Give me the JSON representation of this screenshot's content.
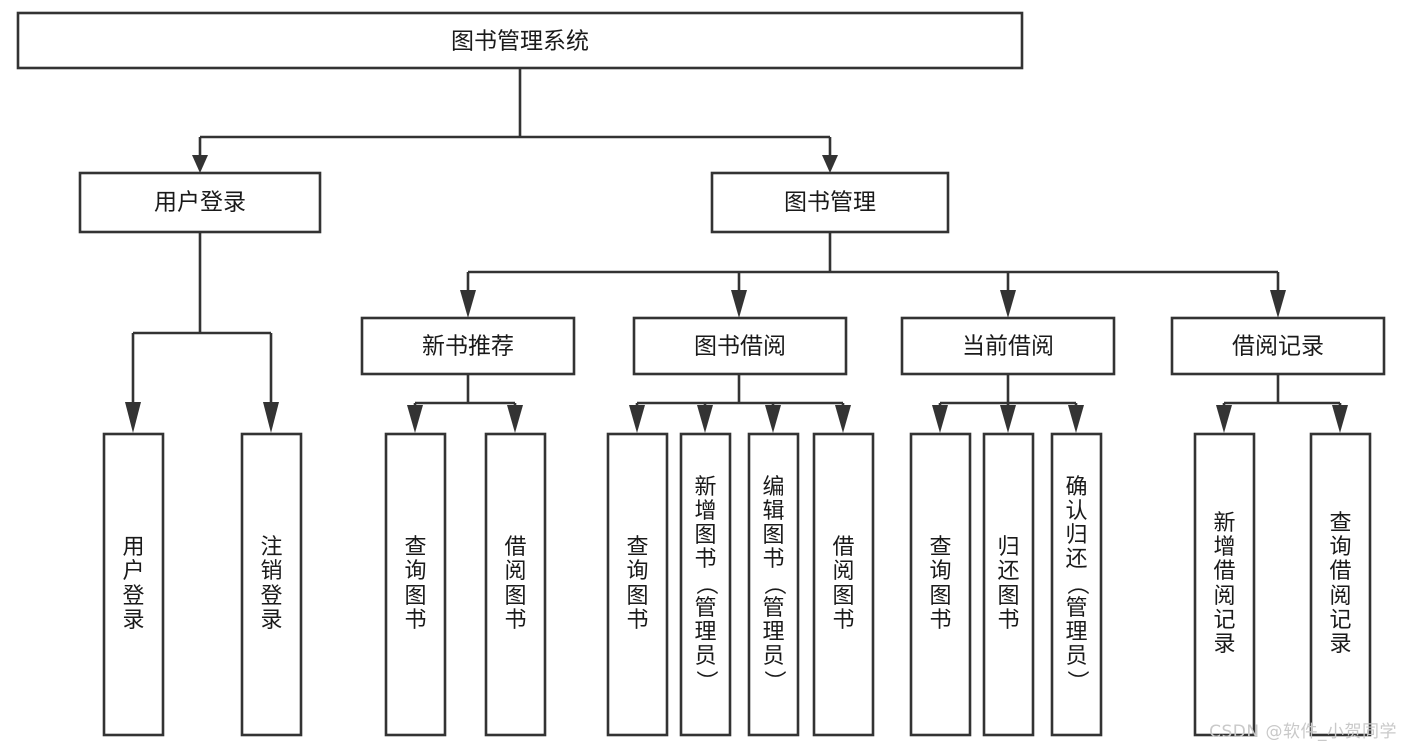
{
  "diagram": {
    "type": "tree-hierarchy-flowchart",
    "title": "图书管理系统",
    "orientation": "top-down",
    "root": {
      "id": "root",
      "label": "图书管理系统",
      "text_orientation": "horizontal"
    },
    "level2": [
      {
        "id": "user-login",
        "label": "用户登录",
        "text_orientation": "horizontal"
      },
      {
        "id": "book-management",
        "label": "图书管理",
        "text_orientation": "horizontal"
      }
    ],
    "level3": [
      {
        "id": "new-book-recommend",
        "label": "新书推荐",
        "parent": "book-management",
        "text_orientation": "horizontal"
      },
      {
        "id": "book-borrow",
        "label": "图书借阅",
        "parent": "book-management",
        "text_orientation": "horizontal"
      },
      {
        "id": "current-borrow",
        "label": "当前借阅",
        "parent": "book-management",
        "text_orientation": "horizontal"
      },
      {
        "id": "borrow-record",
        "label": "借阅记录",
        "parent": "book-management",
        "text_orientation": "horizontal"
      }
    ],
    "leaves": [
      {
        "id": "leaf-user-login",
        "label": "用户登录",
        "parent": "user-login",
        "text_orientation": "vertical"
      },
      {
        "id": "leaf-user-logout",
        "label": "注销登录",
        "parent": "user-login",
        "text_orientation": "vertical"
      },
      {
        "id": "leaf-query-book-1",
        "label": "查询图书",
        "parent": "new-book-recommend",
        "text_orientation": "vertical"
      },
      {
        "id": "leaf-borrow-book-1",
        "label": "借阅图书",
        "parent": "new-book-recommend",
        "text_orientation": "vertical"
      },
      {
        "id": "leaf-query-book-2",
        "label": "查询图书",
        "parent": "book-borrow",
        "text_orientation": "vertical"
      },
      {
        "id": "leaf-add-book",
        "label": "新增图书（管理员）",
        "parent": "book-borrow",
        "text_orientation": "vertical"
      },
      {
        "id": "leaf-edit-book",
        "label": "编辑图书（管理员）",
        "parent": "book-borrow",
        "text_orientation": "vertical"
      },
      {
        "id": "leaf-borrow-book-2",
        "label": "借阅图书",
        "parent": "book-borrow",
        "text_orientation": "vertical"
      },
      {
        "id": "leaf-query-book-3",
        "label": "查询图书",
        "parent": "current-borrow",
        "text_orientation": "vertical"
      },
      {
        "id": "leaf-return-book",
        "label": "归还图书",
        "parent": "current-borrow",
        "text_orientation": "vertical"
      },
      {
        "id": "leaf-confirm-return",
        "label": "确认归还（管理员）",
        "parent": "current-borrow",
        "text_orientation": "vertical"
      },
      {
        "id": "leaf-add-record",
        "label": "新增借阅记录",
        "parent": "borrow-record",
        "text_orientation": "vertical"
      },
      {
        "id": "leaf-query-record",
        "label": "查询借阅记录",
        "parent": "borrow-record",
        "text_orientation": "vertical"
      }
    ],
    "colors": {
      "stroke": "#333333",
      "fill": "#ffffff",
      "text": "#1a1a1a",
      "watermark": "#c9c9c9",
      "background": "#ffffff"
    }
  },
  "watermark": {
    "text": "CSDN @软件_小贺同学"
  }
}
